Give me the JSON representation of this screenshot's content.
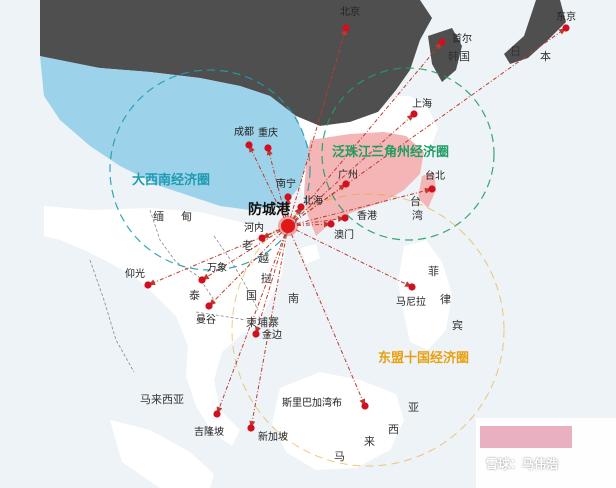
{
  "hub": {
    "name": "防城港"
  },
  "regions": [
    {
      "name": "大西南经济圈",
      "color": "#1f9bb0"
    },
    {
      "name": "泛珠江三角州经济圈",
      "color": "#1f9e64"
    },
    {
      "name": "东盟十国经济圈",
      "color": "#e8a010"
    }
  ],
  "cities": [
    {
      "name": "北京"
    },
    {
      "name": "首尔"
    },
    {
      "name": "东京"
    },
    {
      "name": "上海"
    },
    {
      "name": "成都"
    },
    {
      "name": "重庆"
    },
    {
      "name": "南宁"
    },
    {
      "name": "广州"
    },
    {
      "name": "北海"
    },
    {
      "name": "香港"
    },
    {
      "name": "澳门"
    },
    {
      "name": "台北"
    },
    {
      "name": "河内"
    },
    {
      "name": "万象"
    },
    {
      "name": "仰光"
    },
    {
      "name": "曼谷"
    },
    {
      "name": "金边"
    },
    {
      "name": "马尼拉"
    },
    {
      "name": "斯里巴加湾布"
    },
    {
      "name": "吉隆坡"
    },
    {
      "name": "新加坡"
    }
  ],
  "country_labels": [
    "韩国",
    "日",
    "本",
    "缅",
    "甸",
    "台",
    "湾",
    "老",
    "越",
    "挝",
    "泰",
    "国",
    "南",
    "柬埔寨",
    "菲",
    "律",
    "宾",
    "马来西亚",
    "亚",
    "西",
    "来",
    "马"
  ],
  "watermark": "雪球：马伟浩",
  "colors": {
    "link": "#c0392b",
    "city_dot": "#d01020",
    "hub": "#e01818",
    "land": "#ffffff",
    "sea": "#eef3f7",
    "china_north": "#4a4a4a",
    "southwest": "#9dd3ea",
    "prd": "#f3b5b5"
  }
}
